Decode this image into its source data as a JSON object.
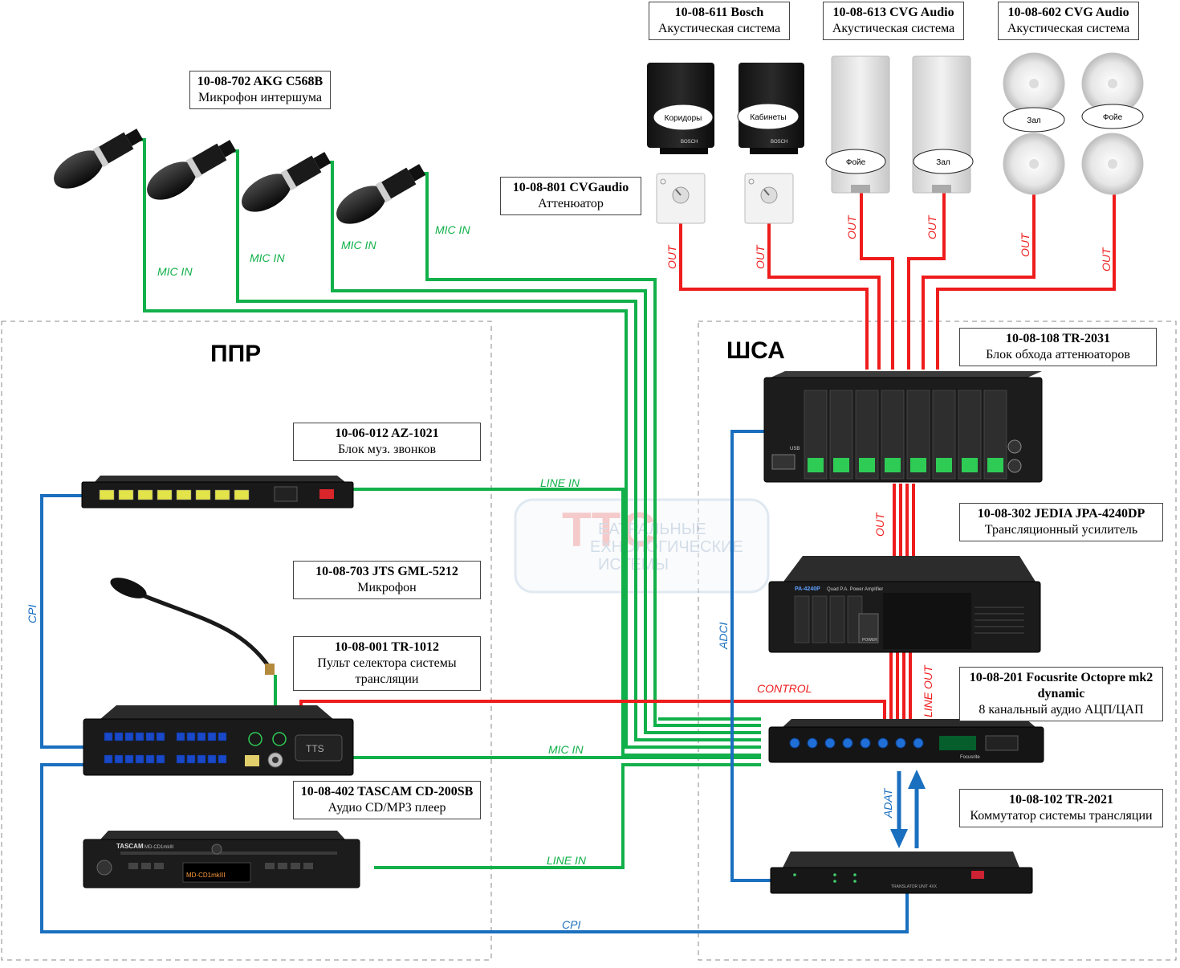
{
  "zones": {
    "ppr": "ППР",
    "sha": "ШСА"
  },
  "labels": {
    "mic_akg": {
      "code": "10-08-702 AKG C568B",
      "desc": "Микрофон интершума"
    },
    "bosch": {
      "code": "10-08-611  Bosch",
      "desc": "Акустическая система"
    },
    "cvg613": {
      "code": "10-08-613  CVG Audio",
      "desc": "Акустическая система"
    },
    "cvg602": {
      "code": "10-08-602  CVG Audio",
      "desc": "Акустическая система"
    },
    "atten": {
      "code": "10-08-801  CVGaudio",
      "desc": "Аттенюатор"
    },
    "tr2031": {
      "code": "10-08-108    TR-2031",
      "desc": "Блок обхода аттенюаторов"
    },
    "az1021": {
      "code": "10-06-012   AZ-1021",
      "desc": "Блок муз. звонков"
    },
    "jedia": {
      "code": "10-08-302 JEDIA JPA-4240DP",
      "desc": "Трансляционный усилитель"
    },
    "jts": {
      "code": "10-08-703    JTS GML-5212",
      "desc": "Микрофон"
    },
    "tr1012": {
      "code": "10-08-001    TR-1012",
      "desc": "Пульт селектора системы трансляции"
    },
    "focusrite": {
      "code": "10-08-201   Focusrite Octopre mk2 dynamic",
      "desc": "8 канальный аудио АЦП/ЦАП"
    },
    "tascam": {
      "code": "10-08-402 TASCAM CD-200SB",
      "desc": "Аудио CD/MP3 плеер"
    },
    "tr2021": {
      "code": "10-08-102    TR-2021",
      "desc": "Коммутатор системы трансляции"
    }
  },
  "speaker_tags": {
    "corridors": "Коридоры",
    "cabinets": "Кабинеты",
    "foyer1": "Фойе",
    "hall1": "Зал",
    "hall2": "Зал",
    "foyer2": "Фойе"
  },
  "signals": {
    "mic_in": "MIC IN",
    "out": "OUT",
    "line_in": "LINE IN",
    "control": "CONTROL",
    "line_out": "LINE OUT",
    "adat": "ADAT",
    "adci": "ADCI",
    "cpi": "CPI"
  },
  "device_text": {
    "tascam_brand": "TASCAM",
    "tascam_model": "MD-CD1mkIII",
    "tascam_display": "MD-CD1mkIII",
    "tts": "TTS",
    "bosch_logo": "BOSCH",
    "focusrite_logo": "Focusrite",
    "translator": "TRANSLATOR UNIT 4XX",
    "jedia_model": "PA-4240P",
    "jedia_sub": "Quad P.A. Power Amplifier",
    "power": "POWER",
    "usb": "USB"
  },
  "watermark": {
    "line1": "ЕАТРАЛЬНЫЕ",
    "line2": "ЕХНОЛОГИЧЕСКИЕ",
    "line3": "ИСТЕМЫ",
    "letters": "ТТС"
  },
  "colors": {
    "green": "#12b04a",
    "red": "#ee1c1c",
    "blue": "#1a6fbf",
    "device": "#1a1a1a"
  }
}
